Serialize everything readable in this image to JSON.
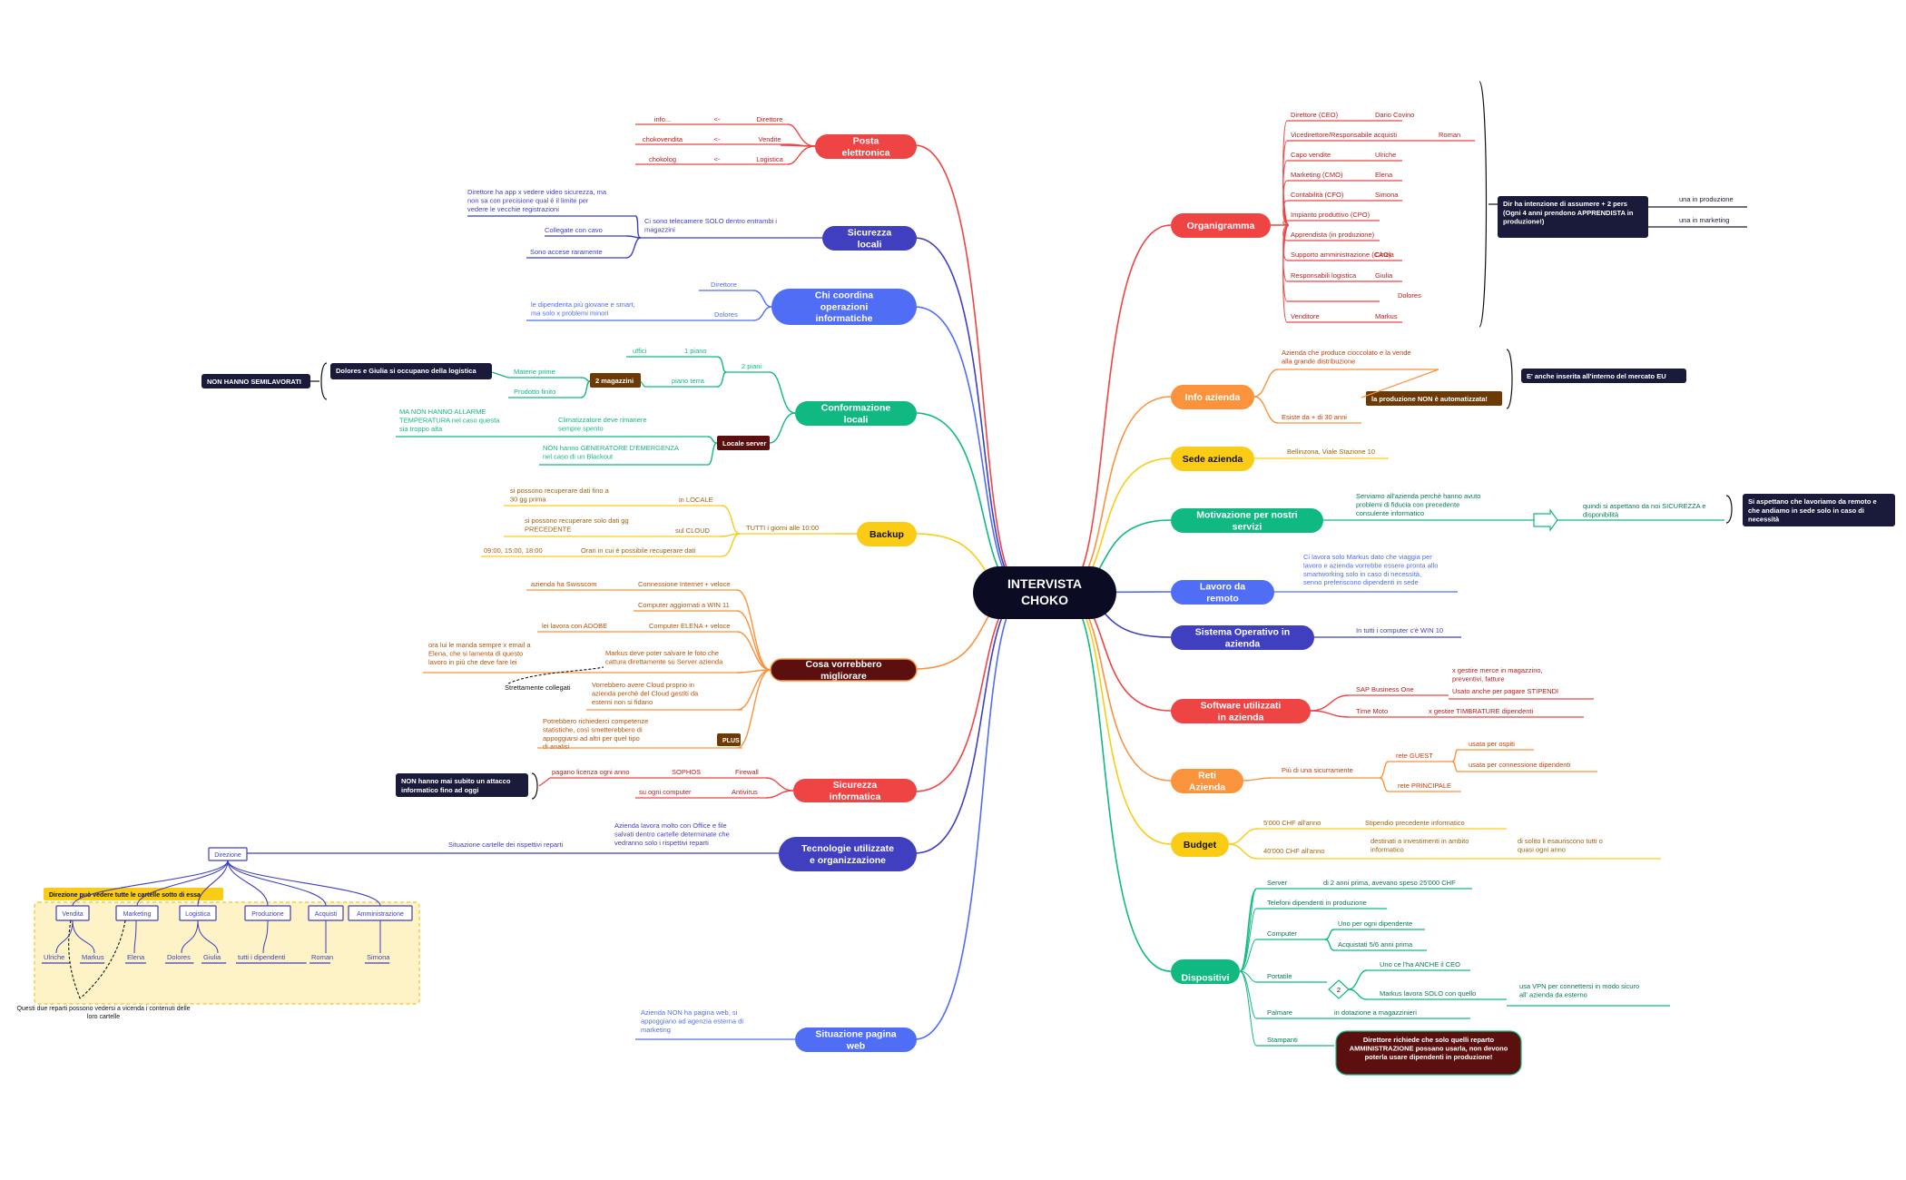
{
  "colors": {
    "red": "#ef4444",
    "blue": "#3f3fbf",
    "lightblue": "#4f6df5",
    "green": "#10b981",
    "yellow": "#facc15",
    "orange": "#fb923c",
    "darkred": "#5b0f0f",
    "navy": "#1a1a3a",
    "brown": "#6b3a05"
  },
  "center": {
    "title": "INTERVISTA CHOKO"
  },
  "left_branches": [
    {
      "label": "Posta elettronica",
      "color": "red",
      "items": [
        [
          "info...",
          "<-",
          "Direttore"
        ],
        [
          "chokovendita",
          "<-",
          "Vendite"
        ],
        [
          "chokolog",
          "<-",
          "Logistica"
        ]
      ]
    },
    {
      "label": "Sicurezza locali",
      "color": "blue",
      "main": "Ci sono telecamere SOLO dentro entrambi i magazzini",
      "items": [
        "Direttore ha app x vedere video sicurezza, ma non sa con precisione qual è il limite per vedere le vecchie registrazioni",
        "Collegate con cavo",
        "Sono accese raramente"
      ]
    },
    {
      "label": "Chi coordina operazioni informatiche",
      "color": "lightblue",
      "items": [
        "Direttore",
        "Dolores",
        "le dipendenta più giovane e smart, ma solo x problemi minori"
      ]
    },
    {
      "label": "Conformazione locali",
      "color": "green",
      "items": [
        "2 piani",
        "uffici",
        "1 piano",
        "piano terra",
        "2 magazzini",
        "Materie prime",
        "Prodotto finito",
        "Dolores e Giulia si occupano della logistica",
        "NON HANNO SEMILAVORATI",
        "Locale server",
        "Climatizzatore deve rimanere sempre spento",
        "MA NON HANNO ALLARME TEMPERATURA nel caso questa sia troppo alta",
        "NON hanno GENERATORE D'EMERGENZA nel caso di un Blackout"
      ]
    },
    {
      "label": "Backup",
      "color": "yellow",
      "items": [
        "TUTTI i giorni alle 10:00",
        "in LOCALE",
        "si possono recuperare dati fino a 30 gg prima",
        "sul CLOUD",
        "si possono recuperare solo dati gg PRECEDENTE",
        "Orari in cui è possibile recuperare dati",
        "09:00, 15:00, 18:00"
      ]
    },
    {
      "label": "Cosa vorrebbero migliorare",
      "color": "orange",
      "items": [
        "Connessione Internet + veloce",
        "azienda ha Swisscom",
        "Computer aggiornati a WIN 11",
        "Computer ELENA + veloce",
        "lei lavora con ADOBE",
        "Markus deve poter salvare le foto che cattura direttamente su Server azienda",
        "ora lui le manda sempre x email a Elena, che si lamenta di questo lavoro in più che deve fare lei",
        "Strettamente collegati",
        "Vorrebbero avere Cloud proprio in azienda perchè del Cloud gestiti da esterni non si fidano",
        "Potrebbero richiederci competenze statistiche, così smetterebbero di appoggiarsi ad altri per quel tipo di analisi",
        "PLUS"
      ]
    },
    {
      "label": "Sicurezza informatica",
      "color": "red",
      "items": [
        "Firewall",
        "SOPHOS",
        "pagano licenza ogni anno",
        "Antivirus",
        "su ogni computer",
        "NON hanno mai subito un attacco informatico fino ad oggi"
      ]
    },
    {
      "label": "Tecnologie utilizzate e organizzazione",
      "color": "blue",
      "items": [
        "Azienda lavora molto con Office e file salvati dentro cartelle determinate che vedranno solo i rispettivi reparti",
        "Situazione cartelle dei rispettivi reparti",
        "Direzione",
        "Direzione può vedere tutte le cartelle sotto di essa",
        "Vendita",
        "Marketing",
        "Logistica",
        "Produzione",
        "Acquisti",
        "Amministrazione",
        "Ulriche",
        "Markus",
        "Elena",
        "Dolores",
        "Giulia",
        "tutti i dipendenti",
        "Roman",
        "Simona",
        "Questi due reparti possono vedersi a vicenda i contenuti delle loro cartelle"
      ]
    },
    {
      "label": "Situazione pagina web",
      "color": "lightblue",
      "items": [
        "Azienda NON ha pagina web, si appoggiano ad agenzia esterna di marketing"
      ]
    }
  ],
  "right_branches": [
    {
      "label": "Organigramma",
      "color": "red",
      "items": [
        [
          "Direttore (CEO)",
          "Dario Covino"
        ],
        [
          "Vicedirettore/Responsabile acquisti",
          "Roman"
        ],
        [
          "Capo vendite",
          "Ulriche"
        ],
        [
          "Marketing (CMO)",
          "Elena"
        ],
        [
          "Contabilità (CFO)",
          "Simona"
        ],
        [
          "Impianto produttivo (CPO)",
          ""
        ],
        [
          "Apprendista (in produzione)",
          ""
        ],
        [
          "Supporto amministrazione (CAO)",
          "Cinzia"
        ],
        [
          "Responsabili logistica",
          "Giulia"
        ],
        [
          "",
          "Dolores"
        ],
        [
          "Venditore",
          "Markus"
        ]
      ],
      "note": "Dir ha intenzione di assumere + 2 pers (Ogni 4 anni prendono APPRENDISTA in produzione!)",
      "note_a": "Dir ha intenzione di assumere + 2 pers",
      "note_b": "(Ogni 4 anni prendono APPRENDISTA in produzione!)",
      "hires": [
        "una in produzione",
        "una in marketing"
      ]
    },
    {
      "label": "Info azienda",
      "color": "orange",
      "items": [
        "Azienda che produce cioccolato e la vende alla grande distribuzione",
        "la produzione NON è automatizzata!",
        "E' anche inserita all'interno del mercato EU",
        "Esiste da + di 30 anni"
      ]
    },
    {
      "label": "Sede azienda",
      "color": "yellow",
      "items": [
        "Bellinzona, Viale Stazione 10"
      ]
    },
    {
      "label": "Motivazione per nostri servizi",
      "color": "green",
      "items": [
        "Serviamo all'azienda perchè hanno avuto problemi di fiducia con precedente consulente informatico",
        "quindi si aspettano da noi SICUREZZA e disponibilità",
        "Si aspettano che lavoriamo da remoto e che andiamo in sede solo in caso di necessità"
      ]
    },
    {
      "label": "Lavoro da remoto",
      "color": "lightblue",
      "items": [
        "Ci lavora solo Markus dato che viaggia per lavoro e azienda vorrebbe essere pronta allo smartworking solo in caso di necessità, senno preferiscono dipendenti in sede"
      ]
    },
    {
      "label": "Sistema Operativo in azienda",
      "color": "blue",
      "items": [
        "In tutti i computer c'è WIN 10"
      ]
    },
    {
      "label": "Software utilizzati in azienda",
      "color": "red",
      "items": [
        "SAP Business One",
        "x gestire merce in magazzino, preventivi, fatture",
        "Usato anche per pagare STIPENDI",
        "Time Moto",
        "x gestire TIMBRATURE dipendenti"
      ]
    },
    {
      "label": "Reti Azienda",
      "color": "orange",
      "items": [
        "Più di una sicurramente",
        "rete GUEST",
        "usata per ospiti",
        "usata per connessione dipendenti",
        "rete PRINCIPALE"
      ]
    },
    {
      "label": "Budget",
      "color": "yellow",
      "items": [
        "5'000 CHF all'anno",
        "Stipendio precedente informatico",
        "40'000 CHF all'anno",
        "destinati a investimenti in ambito informatico",
        "di solito li esauriscono tutti o quasi ogni anno"
      ]
    },
    {
      "label": "Dispositivi",
      "color": "green",
      "items": [
        "Server",
        "di 2 anni prima, avevano speso 25'000 CHF",
        "Telefoni dipendenti in produzione",
        "Computer",
        "Uno per ogni dipendente",
        "Acquistati 5/6 anni prima",
        "Portatile",
        "2",
        "Uno ce l'ha ANCHE il CEO",
        "Markus lavora SOLO con quello",
        "usa VPN per connettersi in modo sicuro all' azienda da esterno",
        "Palmare",
        "in dotazione a magazzinieri",
        "Stampanti",
        "Direttore richiede che solo quelli reparto AMMINISTRAZIONE possano usarla, non devono poterla usare dipendenti in produzione!"
      ]
    }
  ]
}
